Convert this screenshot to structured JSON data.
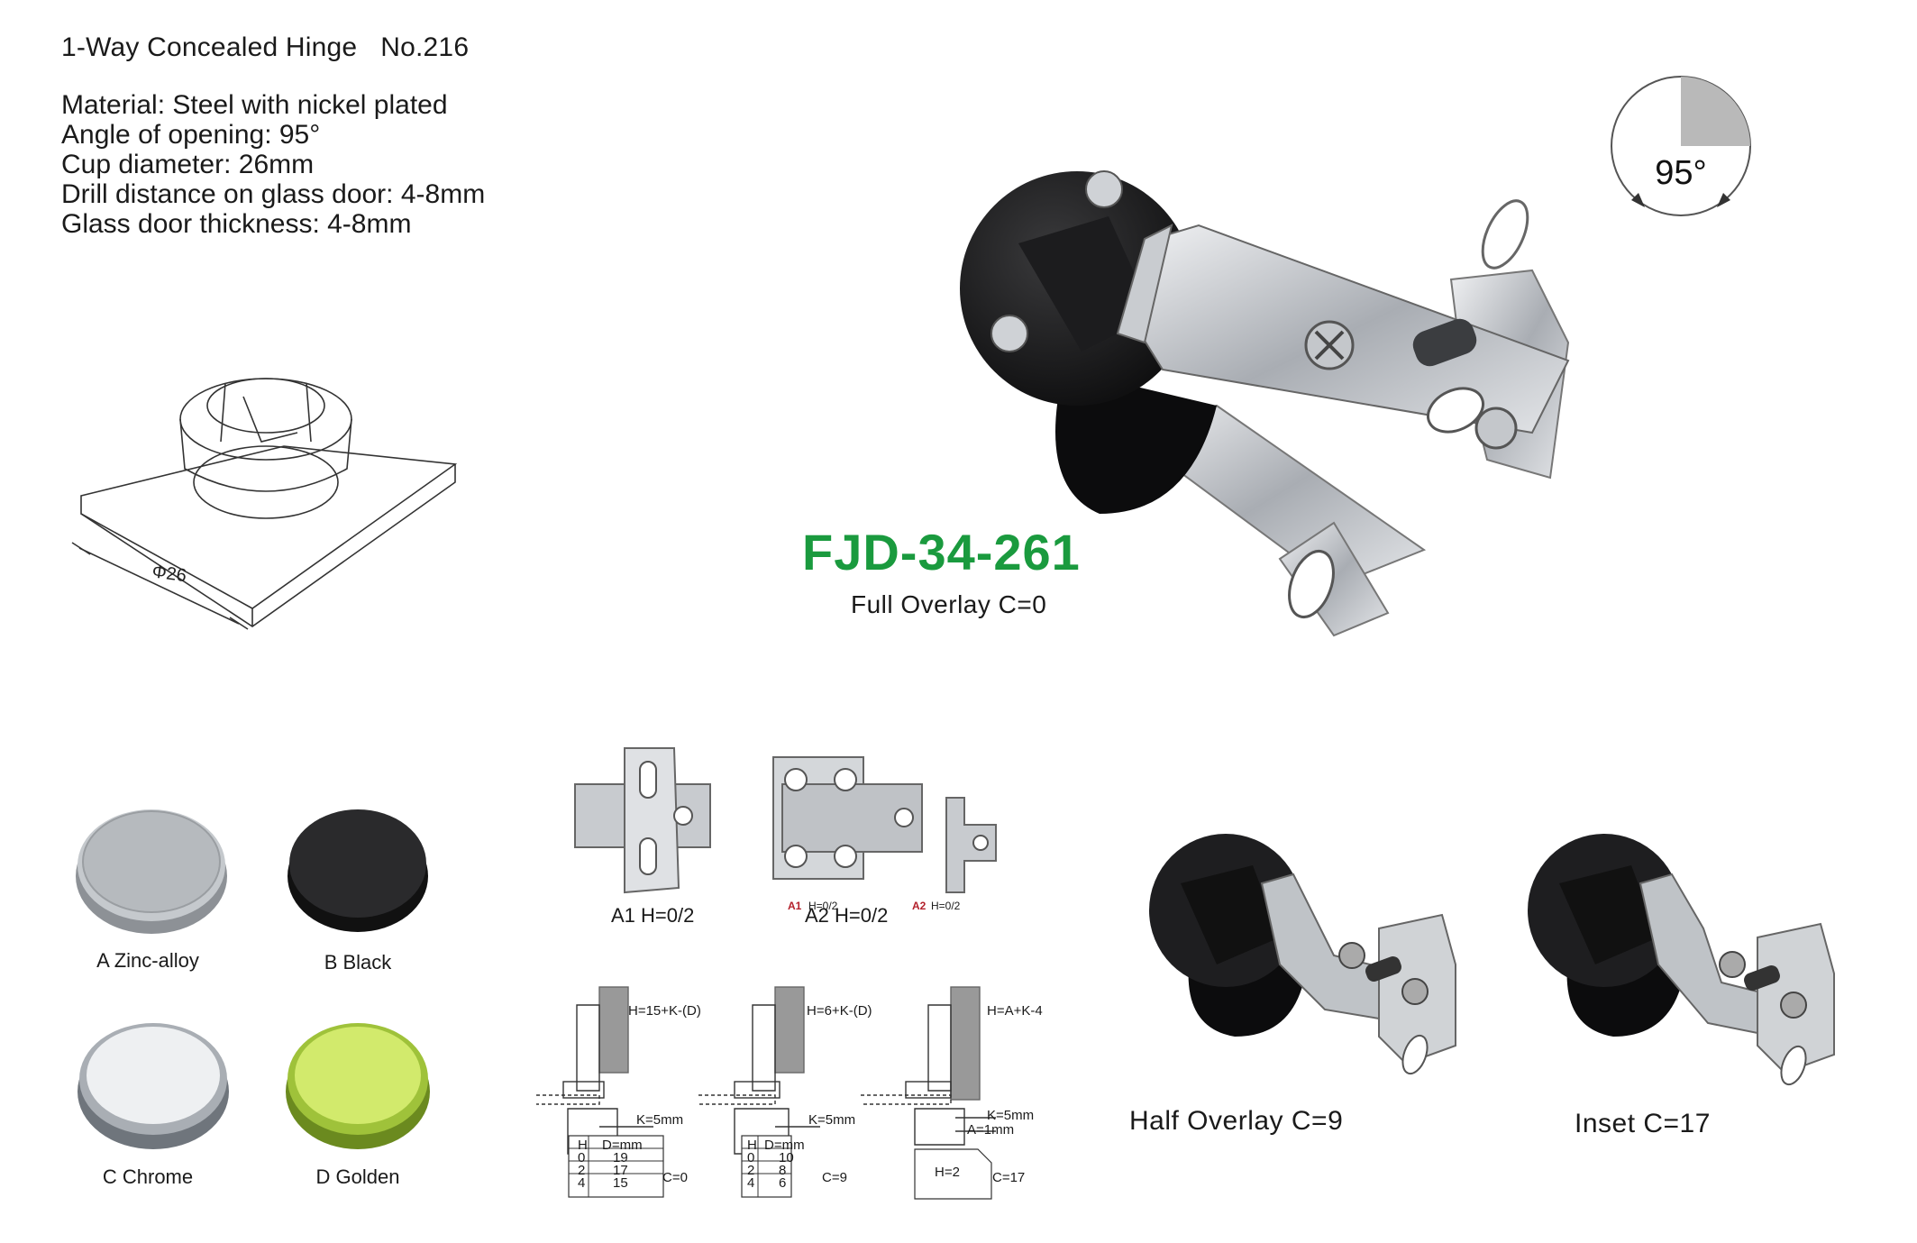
{
  "header": {
    "title": "1-Way Concealed Hinge",
    "number": "No.216"
  },
  "specs": [
    "Material: Steel with nickel plated",
    "Angle of opening: 95°",
    "Cup diameter: 26mm",
    "Drill distance on glass door: 4-8mm",
    "Glass door thickness: 4-8mm"
  ],
  "angle_badge": "95°",
  "cup_drawing": {
    "dimension": "Φ26"
  },
  "model": {
    "code": "FJD-34-261",
    "overlay": "Full Overlay C=0"
  },
  "finishes": [
    {
      "label": "A Zinc-alloy",
      "color": "#bfc3c7"
    },
    {
      "label": "B Black",
      "color": "#2a2a2c"
    },
    {
      "label": "C Chrome",
      "color": "#e9ebee"
    },
    {
      "label": "D Golden",
      "color": "#c6e05a"
    }
  ],
  "plates": [
    {
      "label": "A1 H=0/2"
    },
    {
      "label": "A2 H=0/2"
    }
  ],
  "plate_marks": {
    "a1": "A1",
    "a1_h": "H=0/2",
    "a2": "A2",
    "a2_h": "H=0/2"
  },
  "diagrams": [
    {
      "formula": "H=15+K-(D)",
      "k": "K=5mm",
      "c": "C=0",
      "table": {
        "h_header": "H",
        "d_header": "D=mm",
        "rows": [
          [
            "0",
            "19"
          ],
          [
            "2",
            "17"
          ],
          [
            "4",
            "15"
          ]
        ]
      }
    },
    {
      "formula": "H=6+K-(D)",
      "k": "K=5mm",
      "c": "C=9",
      "table": {
        "h_header": "H",
        "d_header": "D=mm",
        "rows": [
          [
            "0",
            "10"
          ],
          [
            "2",
            "8"
          ],
          [
            "4",
            "6"
          ]
        ]
      }
    },
    {
      "formula": "H=A+K-4",
      "k": "K=5mm",
      "a": "A=1mm",
      "h": "H=2",
      "c": "C=17"
    }
  ],
  "variants": [
    {
      "label": "Half Overlay C=9"
    },
    {
      "label": "Inset C=17"
    }
  ]
}
